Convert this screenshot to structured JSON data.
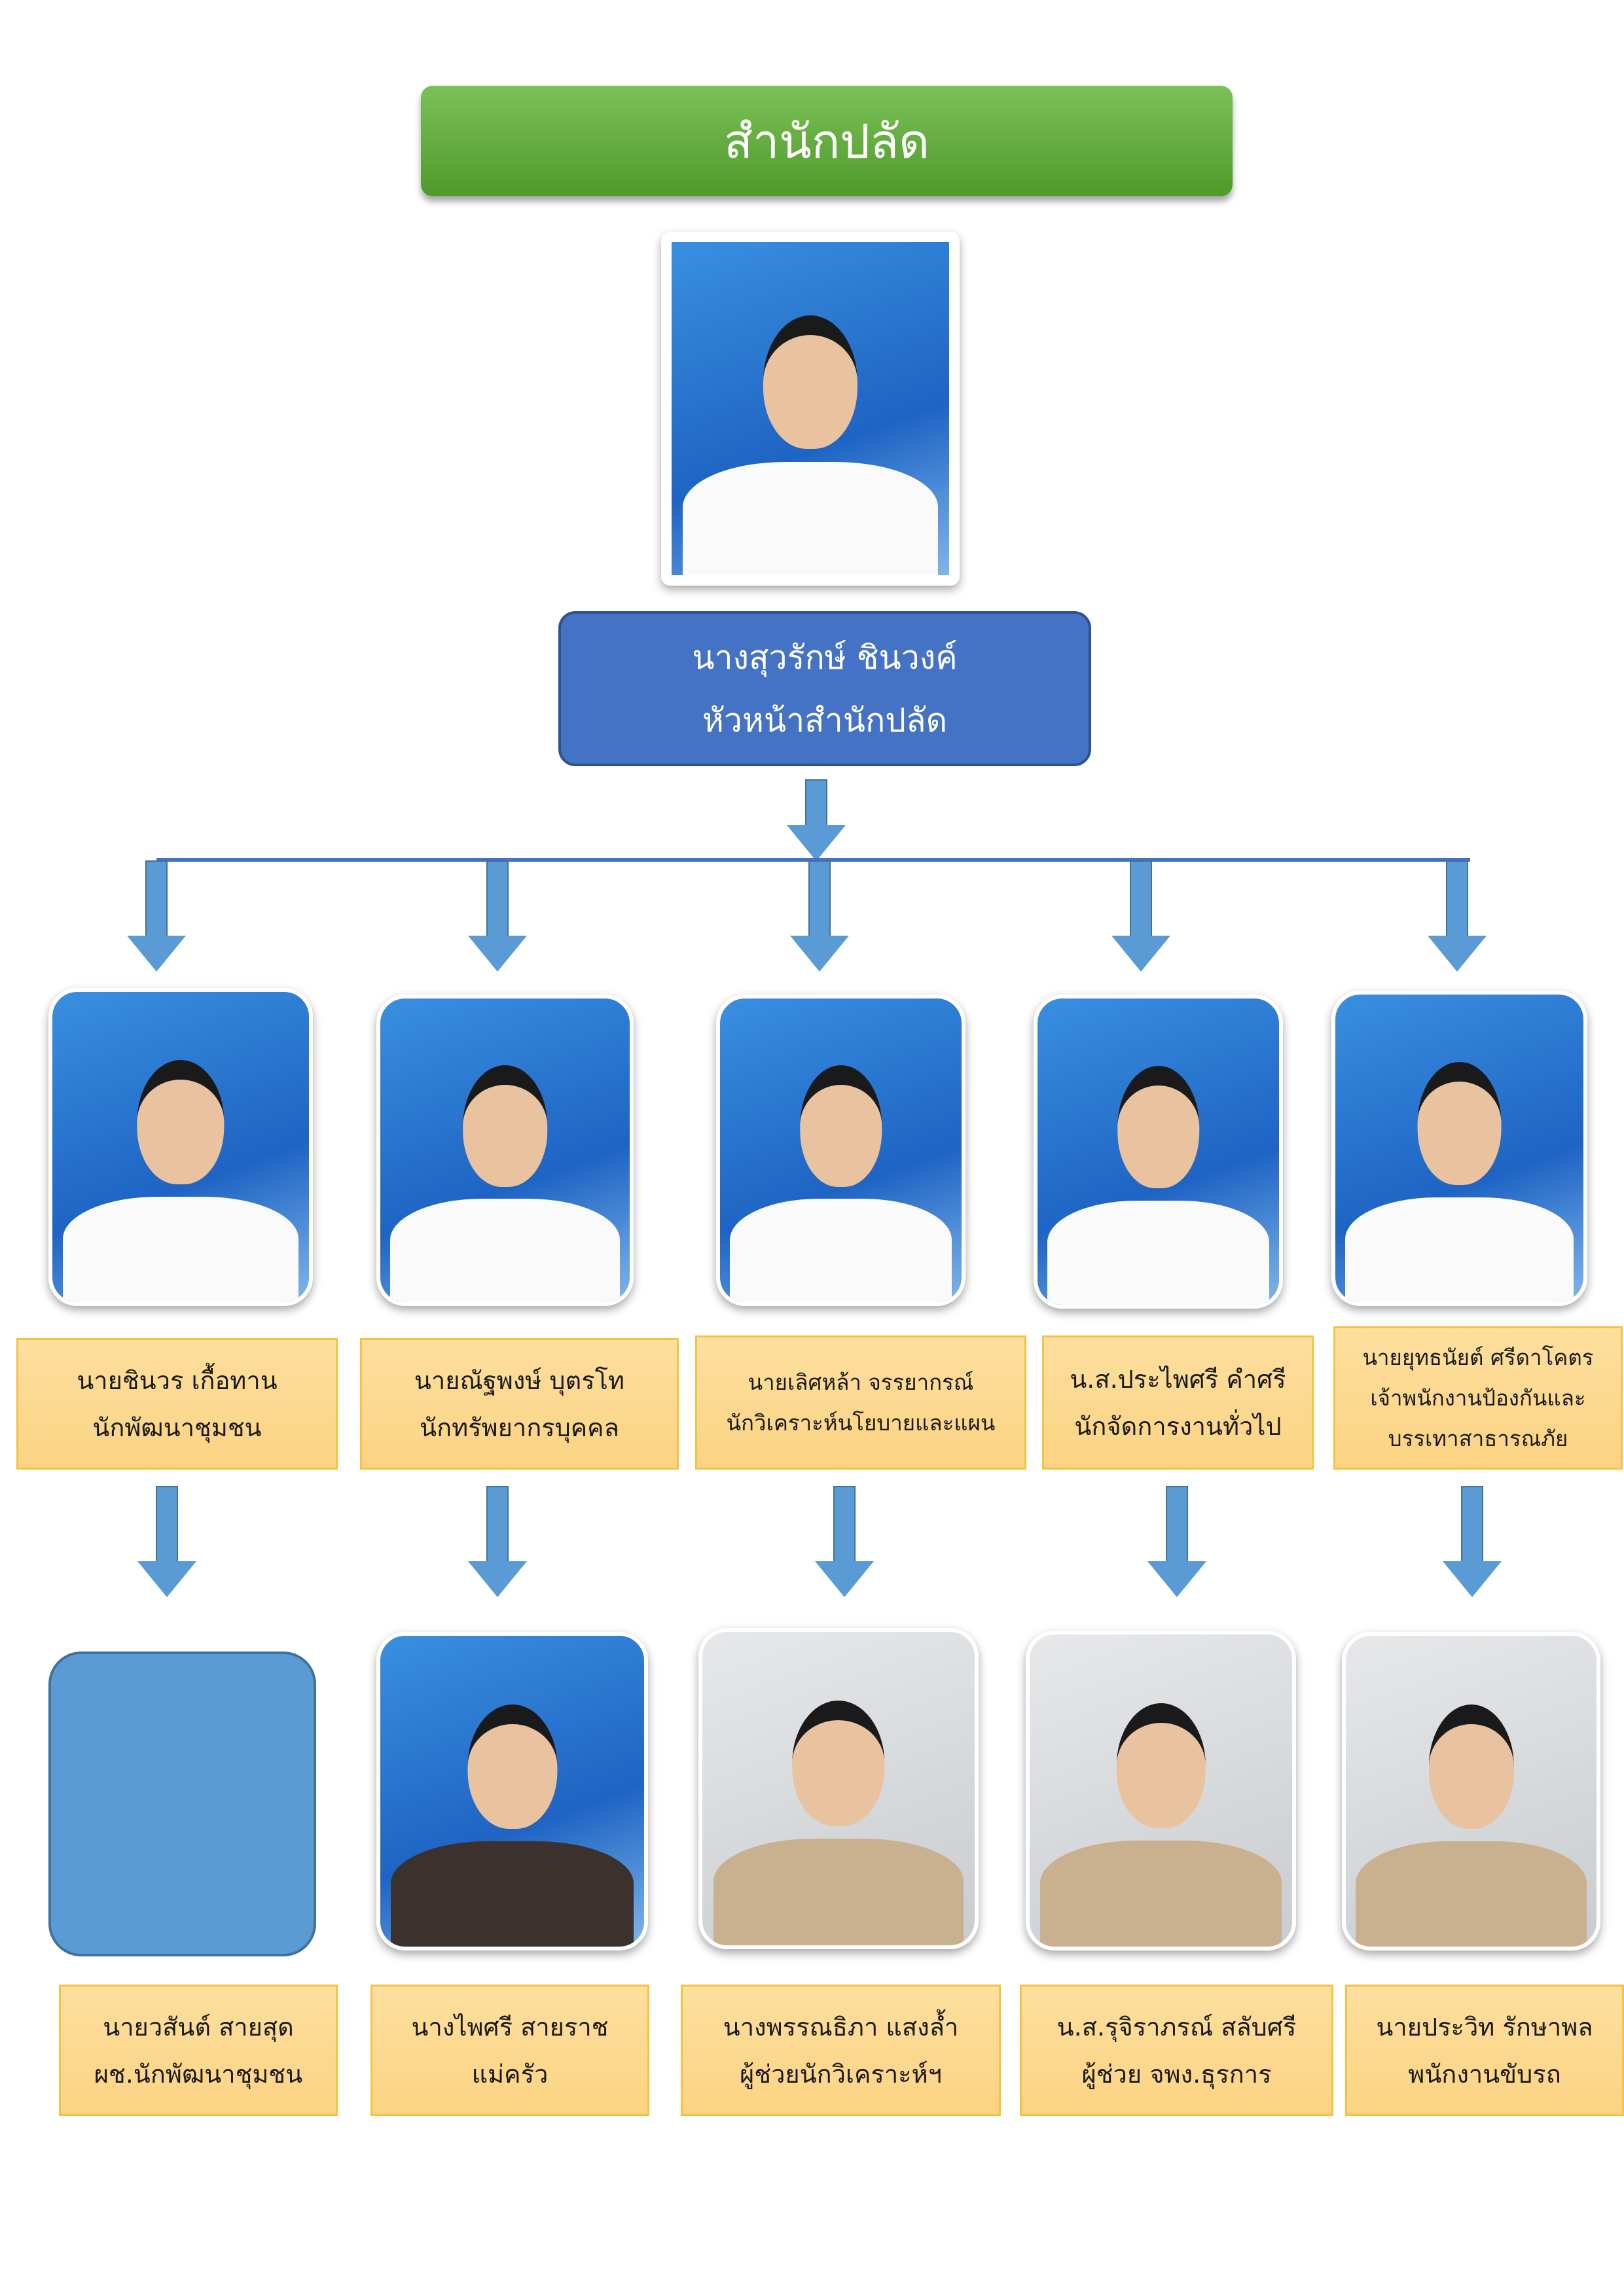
{
  "title": "สำนักปลัด",
  "head": {
    "name": "นางสุวรักษ์   ชินวงค์",
    "position": "หัวหน้าสำนักปลัด"
  },
  "row1": [
    {
      "name": "นายชินวร    เกื้อทาน",
      "position": "นักพัฒนาชุมชน"
    },
    {
      "name": "นายณัฐพงษ์    บุตรโท",
      "position": "นักทรัพยากรบุคคล"
    },
    {
      "name": "นายเลิศหล้า   จรรยากรณ์",
      "position": "นักวิเคราะห์นโยบายและแผน"
    },
    {
      "name": "น.ส.ประไพศรี คำศรี",
      "position": "นักจัดการงานทั่วไป"
    },
    {
      "name": "นายยุทธนัยต์ ศรีดาโคตร",
      "position": "เจ้าพนักงานป้องกันและ",
      "position2": "บรรเทาสาธารณภัย"
    }
  ],
  "row2": [
    {
      "name": "นายวสันต์    สายสุด",
      "position": "ผช.นักพัฒนาชุมชน"
    },
    {
      "name": "นางไพศรี   สายราช",
      "position": "แม่ครัว"
    },
    {
      "name": "นางพรรณธิภา  แสงล้ำ",
      "position": "ผู้ช่วยนักวิเคราะห์ฯ"
    },
    {
      "name": "น.ส.รุจิราภรณ์ สลับศรี",
      "position": "ผู้ช่วย จพง.ธุรการ"
    },
    {
      "name": "นายประวิท รักษาพล",
      "position": "พนักงานขับรถ"
    }
  ]
}
